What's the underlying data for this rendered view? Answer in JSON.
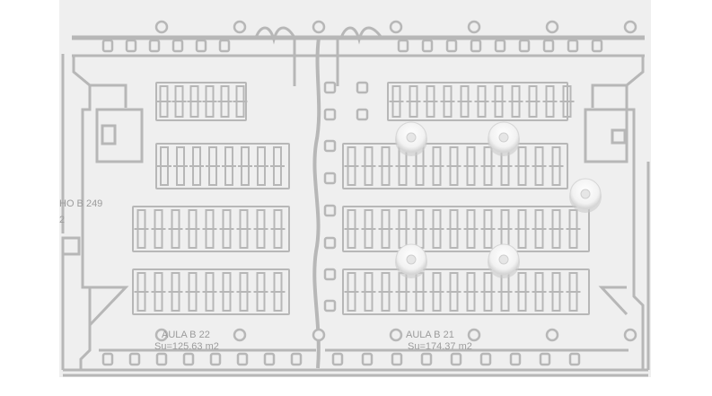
{
  "floorplan": {
    "rooms": [
      {
        "name": "AULA B 22",
        "area": "Su=125.63 m2"
      },
      {
        "name": "AULA B 21",
        "area": "Su=174.37 m2"
      }
    ],
    "partial_labels": [
      "HO B 249",
      "2"
    ],
    "colors": {
      "background": "#efefef",
      "margin": "#ffffff",
      "wall": "#b7b7b7",
      "text": "#9c9c9c",
      "marker": "#ffffff"
    },
    "sensor_markers": {
      "count": 5,
      "icon": "ceiling-sensor-icon"
    }
  }
}
